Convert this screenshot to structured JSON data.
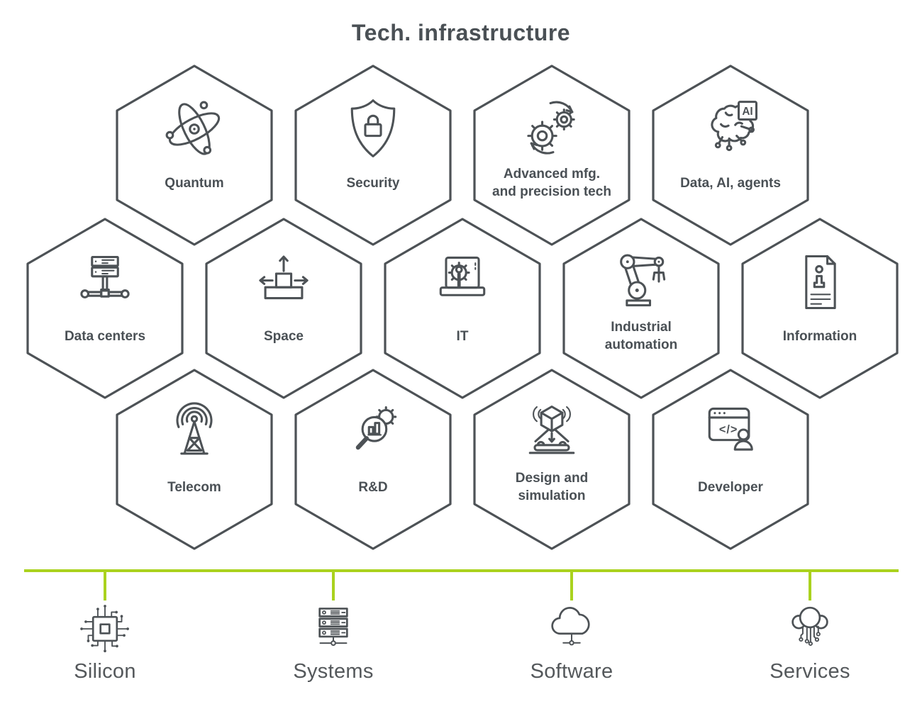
{
  "title": "Tech. infrastructure",
  "colors": {
    "accent_green": "#aad21e",
    "outline_gray": "#4d5256",
    "text_dark": "#4a5055",
    "text_light": "#54585b",
    "background": "#ffffff"
  },
  "hexagons": [
    {
      "label": "Quantum",
      "icon": "atom-icon"
    },
    {
      "label": "Security",
      "icon": "shield-lock-icon"
    },
    {
      "label": "Advanced mfg.\nand precision tech",
      "icon": "gears-arrows-icon"
    },
    {
      "label": "Data, AI, agents",
      "icon": "brain-ai-icon",
      "icon_text": "AI"
    },
    {
      "label": "Data centers",
      "icon": "server-network-icon"
    },
    {
      "label": "Space",
      "icon": "platform-arrows-icon"
    },
    {
      "label": "IT",
      "icon": "laptop-gear-icon"
    },
    {
      "label": "Industrial\nautomation",
      "icon": "robot-arm-icon"
    },
    {
      "label": "Information",
      "icon": "document-info-icon"
    },
    {
      "label": "Telecom",
      "icon": "antenna-tower-icon"
    },
    {
      "label": "R&D",
      "icon": "magnifier-chart-gear-icon"
    },
    {
      "label": "Design and\nsimulation",
      "icon": "hologram-cube-icon"
    },
    {
      "label": "Developer",
      "icon": "code-window-person-icon",
      "icon_text": "</>"
    }
  ],
  "foundation": {
    "items": [
      {
        "label": "Silicon",
        "icon": "chip-icon"
      },
      {
        "label": "Systems",
        "icon": "server-stack-icon"
      },
      {
        "label": "Software",
        "icon": "cloud-network-icon"
      },
      {
        "label": "Services",
        "icon": "cloud-circuit-icon"
      }
    ]
  }
}
